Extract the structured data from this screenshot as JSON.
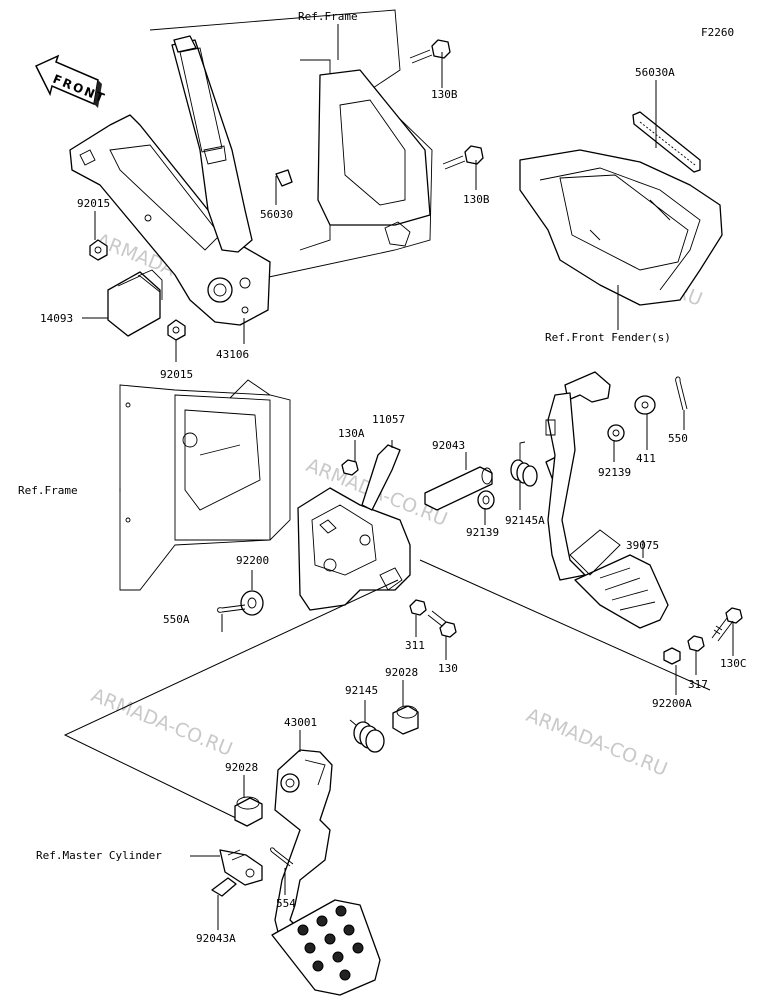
{
  "figure_code": "F2260",
  "front_label": "FRONT",
  "watermark": "ARMADA-CO.RU",
  "refs": {
    "frame_top": "Ref.Frame",
    "frame_left": "Ref.Frame",
    "front_fender": "Ref.Front Fender(s)",
    "master_cylinder": "Ref.Master Cylinder"
  },
  "parts": {
    "p92015a": "92015",
    "p14093": "14093",
    "p92015b": "92015",
    "p43106": "43106",
    "p56030": "56030",
    "p130b_1": "130B",
    "p130b_2": "130B",
    "p56030a": "56030A",
    "p130a": "130A",
    "p11057": "11057",
    "p92043": "92043",
    "p92139a": "92139",
    "p92145a": "92145A",
    "p92139b": "92139",
    "p411": "411",
    "p550": "550",
    "p39075": "39075",
    "p92200": "92200",
    "p550a": "550A",
    "p311": "311",
    "p130": "130",
    "p92028a": "92028",
    "p92145": "92145",
    "p317": "317",
    "p130c": "130C",
    "p92200a": "92200A",
    "p43001": "43001",
    "p92028b": "92028",
    "p554": "554",
    "p92043a": "92043A"
  }
}
